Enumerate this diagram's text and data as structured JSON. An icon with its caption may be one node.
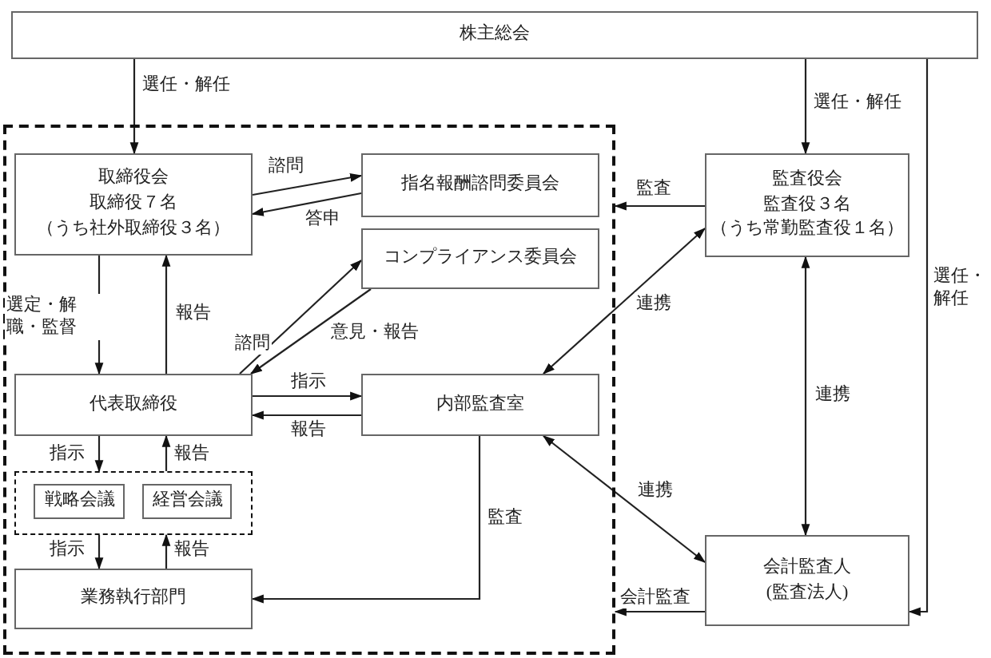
{
  "diagram": {
    "nodes": [
      {
        "text": [
          "株主総会"
        ]
      },
      {
        "text": [],
        "shape": "box"
      },
      {
        "text": [
          "取締役会",
          "取締役７名",
          "（うち社外取締役３名）"
        ],
        "in": 1
      },
      {
        "text": [
          "指名報酬諮問委員会"
        ],
        "in": 1
      },
      {
        "text": [
          "コンプライアンス委員会"
        ],
        "in": 1
      },
      {
        "text": [
          "代表取締役"
        ],
        "in": 1
      },
      {
        "text": [
          "内部監査室"
        ],
        "in": 1
      },
      {
        "text": [],
        "shape": "box",
        "in": 1
      },
      {
        "text": [
          "戦略会議"
        ],
        "in": 7
      },
      {
        "text": [
          "経営会議"
        ],
        "in": 7
      },
      {
        "text": [
          "業務執行部門"
        ],
        "in": 1
      },
      {
        "text": [
          "監査役会",
          "監査役３名",
          "（うち常勤監査役１名）"
        ]
      },
      {
        "text": [
          "会計監査人",
          "(監査法人)"
        ]
      }
    ],
    "edges": [
      {
        "from": 0,
        "to": 2,
        "arrow": "to",
        "label": "選任・解任"
      },
      {
        "from": 0,
        "to": 11,
        "arrow": "to",
        "label": "選任・解任"
      },
      {
        "from": 0,
        "to": 12,
        "arrow": "to",
        "label": "選任・解任"
      },
      {
        "from": 2,
        "to": 3,
        "arrow": "to",
        "label": "諮問"
      },
      {
        "from": 3,
        "to": 2,
        "arrow": "to",
        "label": "答申"
      },
      {
        "from": 2,
        "to": 5,
        "arrow": "to",
        "label": "選定・解職・監督"
      },
      {
        "from": 5,
        "to": 2,
        "arrow": "to",
        "label": "報告"
      },
      {
        "from": 5,
        "to": 4,
        "arrow": "to",
        "label": "諮問"
      },
      {
        "from": 4,
        "to": 5,
        "arrow": "to",
        "label": "意見・報告"
      },
      {
        "from": 5,
        "to": 6,
        "arrow": "to",
        "label": "指示"
      },
      {
        "from": 6,
        "to": 5,
        "arrow": "to",
        "label": "報告"
      },
      {
        "from": 5,
        "to": 7,
        "arrow": "to",
        "label": "指示"
      },
      {
        "from": 7,
        "to": 5,
        "arrow": "to",
        "label": "報告"
      },
      {
        "from": 7,
        "to": 10,
        "arrow": "to",
        "label": "指示"
      },
      {
        "from": 10,
        "to": 7,
        "arrow": "to",
        "label": "報告"
      },
      {
        "from": 6,
        "to": 10,
        "arrow": "to",
        "label": "監査"
      },
      {
        "from": 11,
        "to": 1,
        "arrow": "to",
        "label": "監査"
      },
      {
        "from": 11,
        "to": 6,
        "arrow": "both",
        "label": "連携"
      },
      {
        "from": 11,
        "to": 12,
        "arrow": "both",
        "label": "連携"
      },
      {
        "from": 12,
        "to": 6,
        "arrow": "both",
        "label": "連携"
      },
      {
        "from": 12,
        "to": 1,
        "arrow": "to",
        "label": "会計監査"
      }
    ]
  }
}
